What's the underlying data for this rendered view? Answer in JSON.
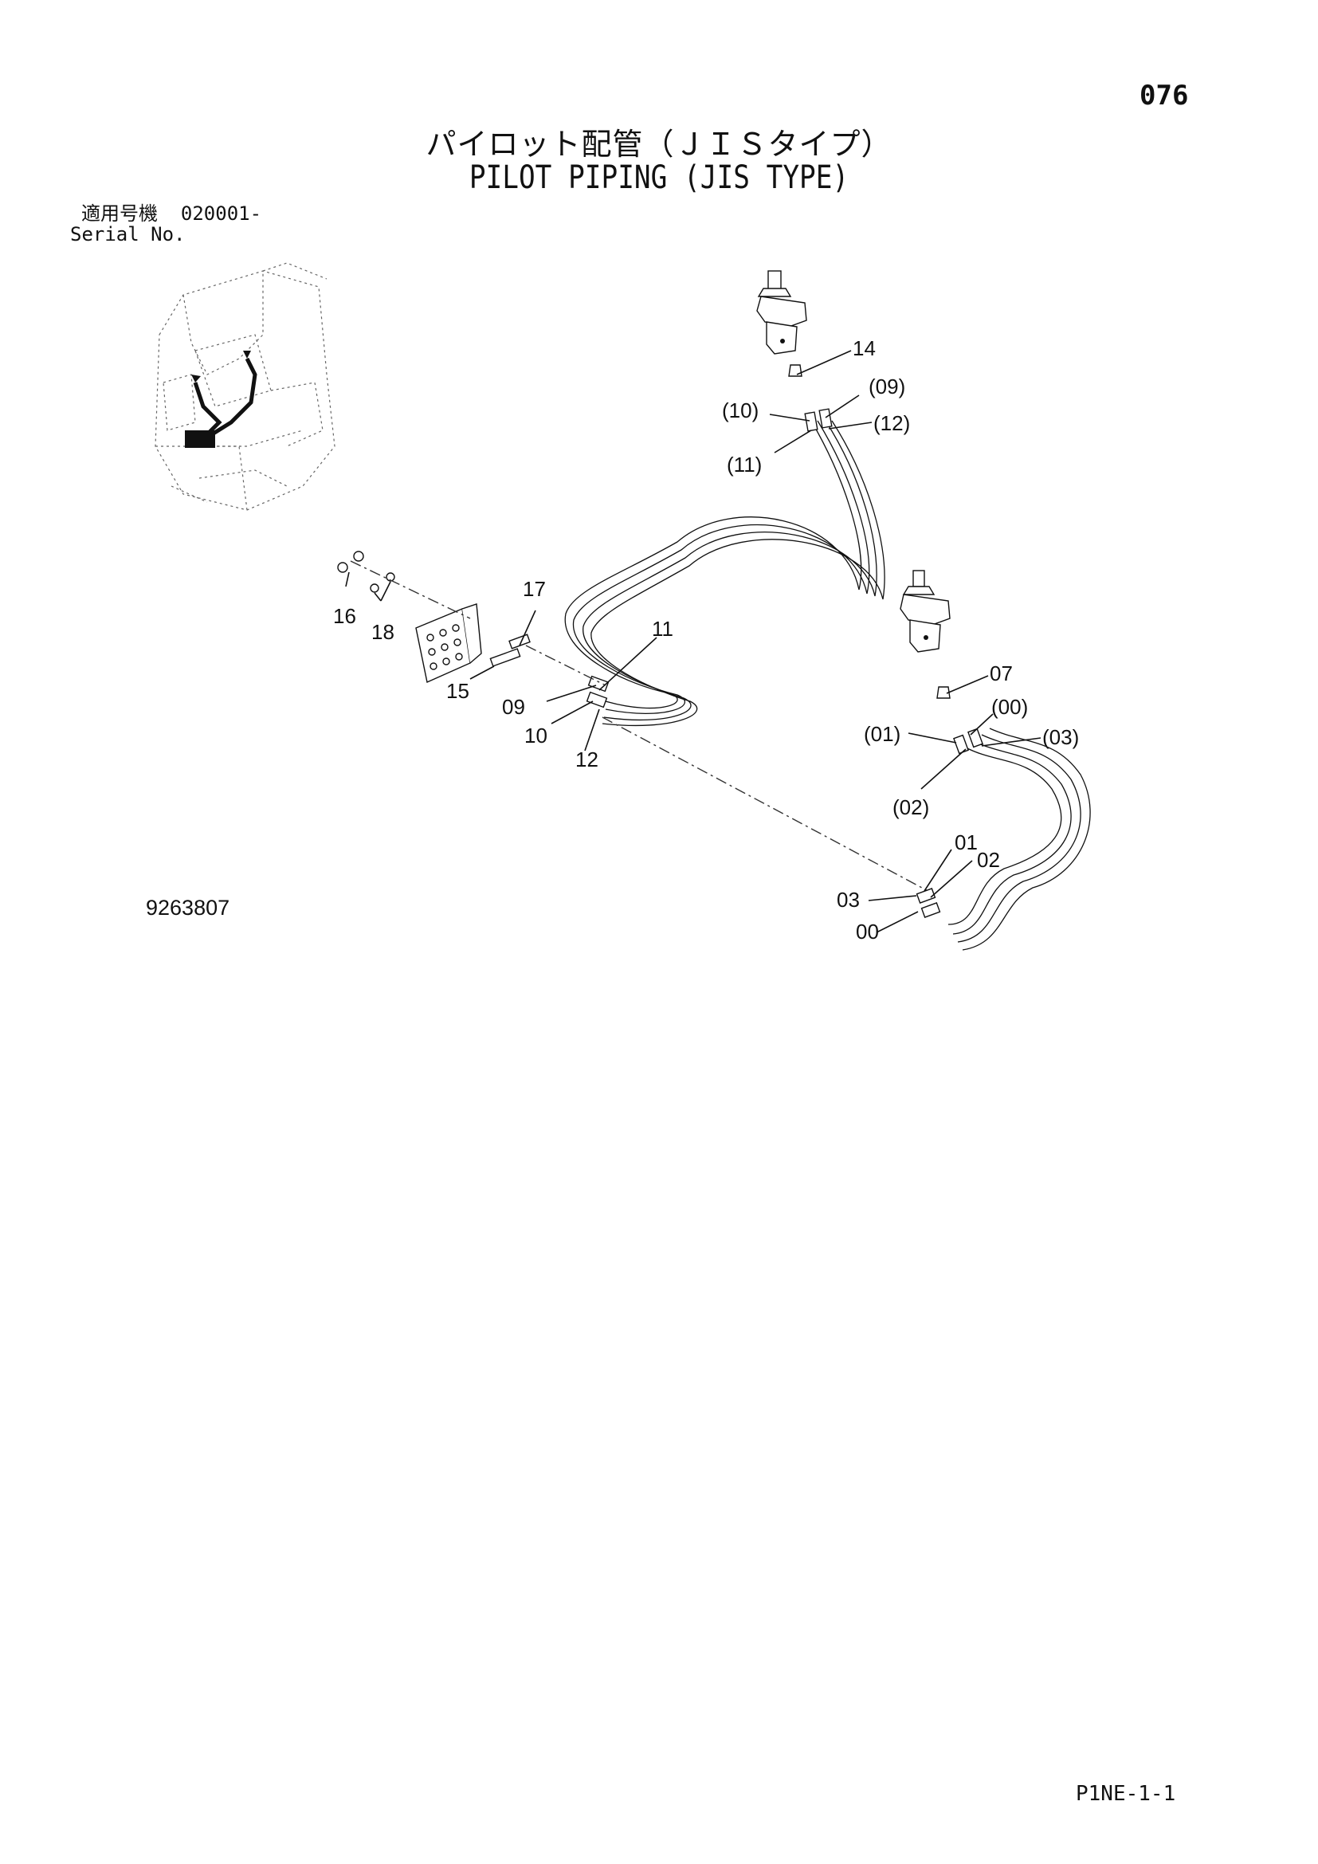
{
  "page_number": "076",
  "title_ja": "パイロット配管（ＪＩＳタイプ）",
  "title_en": "PILOT PIPING (JIS TYPE)",
  "serial": {
    "label_ja": "適用号機",
    "value": "020001-",
    "label_en": "Serial No."
  },
  "doc_number": "9263807",
  "sheet_code": "P1NE-1-1",
  "callouts": {
    "c14": "14",
    "c10p": "(10)",
    "c09p": "(09)",
    "c12p": "(12)",
    "c11p": "(11)",
    "c17": "17",
    "c16": "16",
    "c18": "18",
    "c15": "15",
    "c11": "11",
    "c09": "09",
    "c10": "10",
    "c12": "12",
    "c07": "07",
    "c00p": "(00)",
    "c01p": "(01)",
    "c03p": "(03)",
    "c02p": "(02)",
    "c01": "01",
    "c02": "02",
    "c03": "03",
    "c00": "00"
  }
}
